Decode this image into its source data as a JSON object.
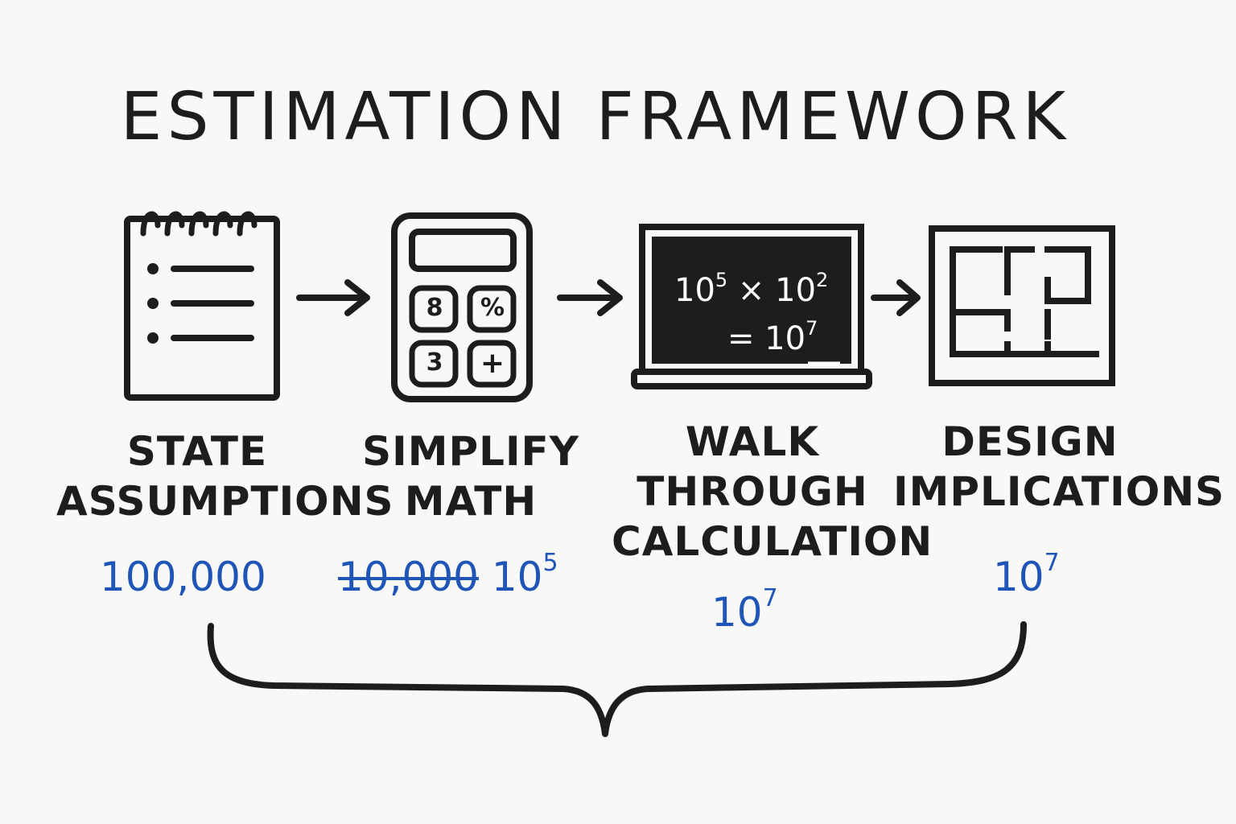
{
  "title": "ESTIMATION FRAMEWORK",
  "steps": [
    {
      "line1": "STATE",
      "line2": "ASSUMPTIONS",
      "line3": "",
      "icon": "notepad-icon"
    },
    {
      "line1": "SIMPLIFY",
      "line2": "MATH",
      "line3": "",
      "icon": "calculator-icon"
    },
    {
      "line1": "WALK",
      "line2": "THROUGH",
      "line3": "CALCULATION",
      "icon": "chalkboard-icon"
    },
    {
      "line1": "DESIGN",
      "line2": "IMPLICATIONS",
      "line3": "",
      "icon": "floor-plan-icon"
    }
  ],
  "calculator_keys": [
    "8",
    "%",
    "3",
    "+"
  ],
  "chalkboard": {
    "line1_base_a": "10",
    "line1_exp_a": "5",
    "line1_op": "× 10",
    "line1_exp_b": "2",
    "line2_prefix": "= 10",
    "line2_exp": "7"
  },
  "annotations": {
    "assumptions_value": "100,000",
    "simplify_struck": "10,000",
    "simplify_base": "10",
    "simplify_exp": "5",
    "calc_base": "10",
    "calc_exp": "7",
    "design_base": "10",
    "design_exp": "7"
  },
  "colors": {
    "ink": "#1d1d1d",
    "annotation_blue": "#1f55b6",
    "background": "#f8f8f6"
  }
}
